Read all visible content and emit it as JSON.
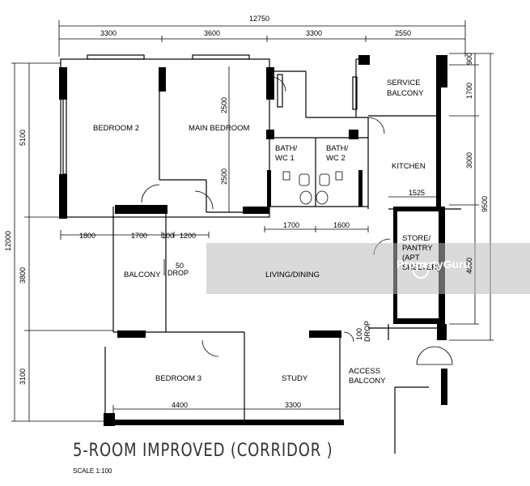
{
  "overall_width": "12750",
  "top_dims": [
    "3300",
    "3600",
    "3300",
    "2550"
  ],
  "left_dims": {
    "overall": "12000",
    "upper": "5100",
    "middle": "3800",
    "lower": "3100"
  },
  "right_dims": {
    "overall": "9500",
    "a": "900",
    "b": "1700",
    "c": "3000",
    "d": "4000"
  },
  "inner_dims": {
    "mb_upper": "2500",
    "mb_lower": "2500",
    "kitchen": "1525",
    "bath1": "1700",
    "bath2": "1600"
  },
  "mid_dims": [
    "1800",
    "1700",
    "100",
    "1200"
  ],
  "bottom_dims": [
    "4400",
    "3300"
  ],
  "rooms": {
    "bedroom2": "BEDROOM 2",
    "main_bedroom": "MAIN BEDROOM",
    "service_balcony_1": "SERVICE",
    "service_balcony_2": "BALCONY",
    "bath1_1": "BATH/",
    "bath1_2": "WC 1",
    "bath2_1": "BATH/",
    "bath2_2": "WC 2",
    "kitchen": "KITCHEN",
    "store_1": "STORE/",
    "store_2": "PANTRY",
    "store_3": "(APT",
    "store_4": "SHELTER)",
    "balcony": "BALCONY",
    "living": "LIVING/DINING",
    "bedroom3": "BEDROOM 3",
    "study": "STUDY",
    "access_1": "ACCESS",
    "access_2": "BALCONY",
    "drop1_1": "50",
    "drop1_2": "DROP",
    "drop2_1": "100",
    "drop2_2": "DROP"
  },
  "title": "5-ROOM IMPROVED (CORRIDOR )",
  "scale": "SCALE  1:100",
  "watermark": "PropertyGuru"
}
